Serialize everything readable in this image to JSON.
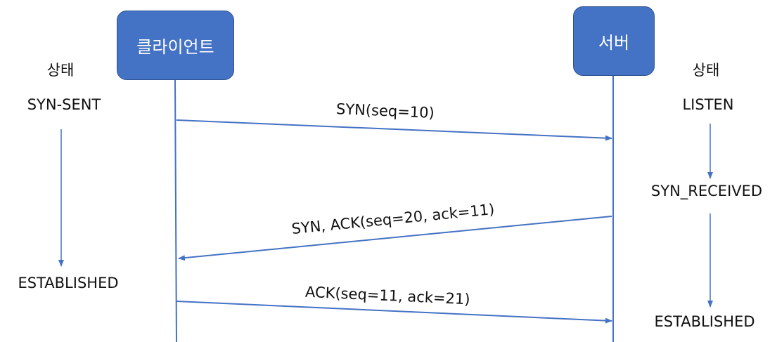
{
  "colors": {
    "accent": "#4472c4",
    "line": "#4472c4"
  },
  "participants": {
    "client": "클라이언트",
    "server": "서버"
  },
  "client_state": {
    "header": "상태",
    "states": [
      "SYN-SENT",
      "ESTABLISHED"
    ]
  },
  "server_state": {
    "header": "상태",
    "states": [
      "LISTEN",
      "SYN_RECEIVED",
      "ESTABLISHED"
    ]
  },
  "messages": [
    {
      "label": "SYN(seq=10)",
      "from": "client",
      "to": "server"
    },
    {
      "label": "SYN, ACK(seq=20, ack=11)",
      "from": "server",
      "to": "client"
    },
    {
      "label": "ACK(seq=11, ack=21)",
      "from": "client",
      "to": "server"
    }
  ]
}
